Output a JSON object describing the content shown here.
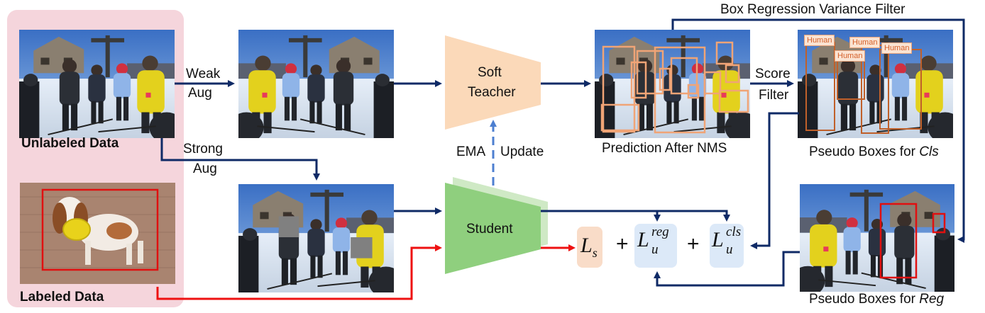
{
  "sections": {
    "unlabeled_label": "Unlabeled Data",
    "labeled_label": "Labeled Data"
  },
  "arrows": {
    "weak_aug": [
      "Weak",
      "Aug"
    ],
    "strong_aug": [
      "Strong",
      "Aug"
    ],
    "score_filter": [
      "Score",
      "Filter"
    ],
    "box_regression_variance_filter": "Box Regression Variance Filter",
    "ema_update": [
      "EMA",
      "Update"
    ]
  },
  "models": {
    "teacher": [
      "Soft",
      "Teacher"
    ],
    "student": "Student"
  },
  "captions": {
    "prediction_after_nms": "Prediction After NMS",
    "pseudo_cls_prefix": "Pseudo Boxes for ",
    "pseudo_cls_italic": "Cls",
    "pseudo_reg_prefix": "Pseudo Boxes for ",
    "pseudo_reg_italic": "Reg"
  },
  "box_labels": [
    "Human",
    "Human",
    "Human",
    "Human"
  ],
  "loss": {
    "ls_base": "L",
    "ls_sub": "s",
    "plus": "+",
    "lreg_base": "L",
    "lreg_sup": "reg",
    "lreg_sub": "u",
    "lcls_base": "L",
    "lcls_sup": "cls",
    "lcls_sub": "u"
  },
  "colors": {
    "arrow_navy": "#0f2a66",
    "arrow_red": "#ee1111",
    "ema_dashed": "#4d7fd0",
    "teacher_fill": "#fbd9b9",
    "student_fill": "#8fcf7e",
    "student_shadow": "#cfe9c5",
    "ls_box": "#f9dcc8",
    "lu_box": "#dce9f8",
    "pink_panel": "#f5d5dc",
    "nms_box": "#f0a476",
    "cls_box": "#c0602a",
    "reg_box": "#e01010"
  }
}
